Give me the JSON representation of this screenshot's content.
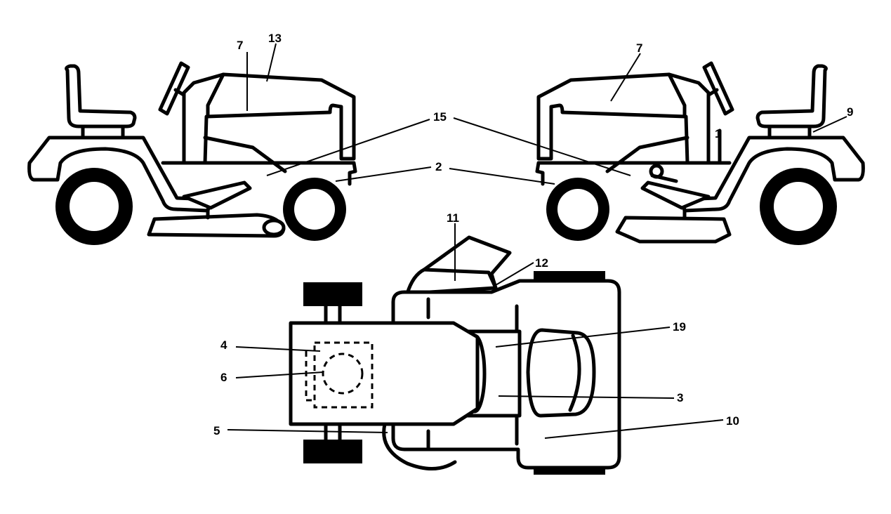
{
  "callouts": {
    "c1": "1",
    "c2": "2",
    "c3": "3",
    "c4": "4",
    "c5": "5",
    "c6": "6",
    "c7a": "7",
    "c7b": "7",
    "c9": "9",
    "c10": "10",
    "c11": "11",
    "c12": "12",
    "c13": "13",
    "c15": "15",
    "c19": "19"
  },
  "colors": {
    "line": "#000000",
    "background": "#ffffff"
  }
}
